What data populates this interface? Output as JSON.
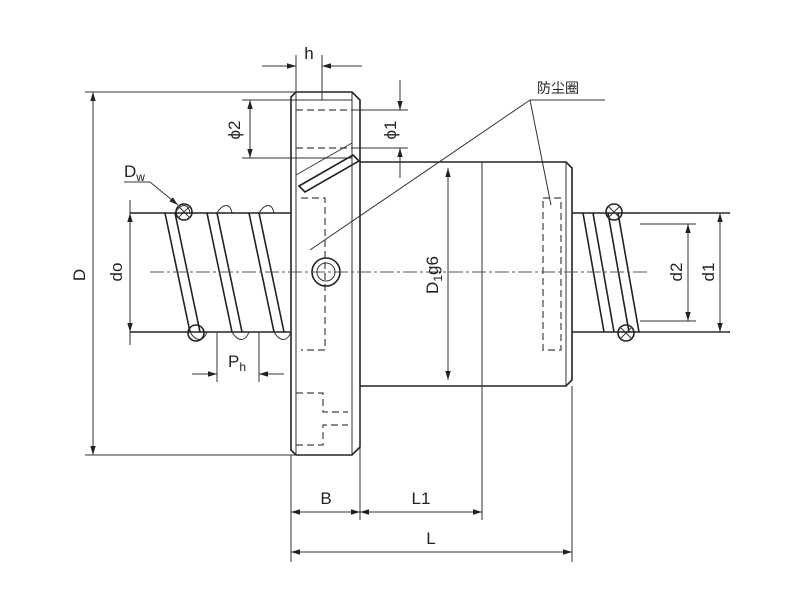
{
  "diagram": {
    "labels": {
      "h": "h",
      "phi2": "ϕ2",
      "phi1": "ϕ1",
      "dust_ring": "防尘圈",
      "Dw_main": "D",
      "Dw_sub": "w",
      "D": "D",
      "do": "do",
      "D1g6_main": "D",
      "D1g6_sub": "1",
      "D1g6_tail": "g6",
      "Ph_main": "P",
      "Ph_sub": "h",
      "d2": "d2",
      "d1": "d1",
      "B": "B",
      "L1": "L1",
      "L": "L"
    }
  }
}
